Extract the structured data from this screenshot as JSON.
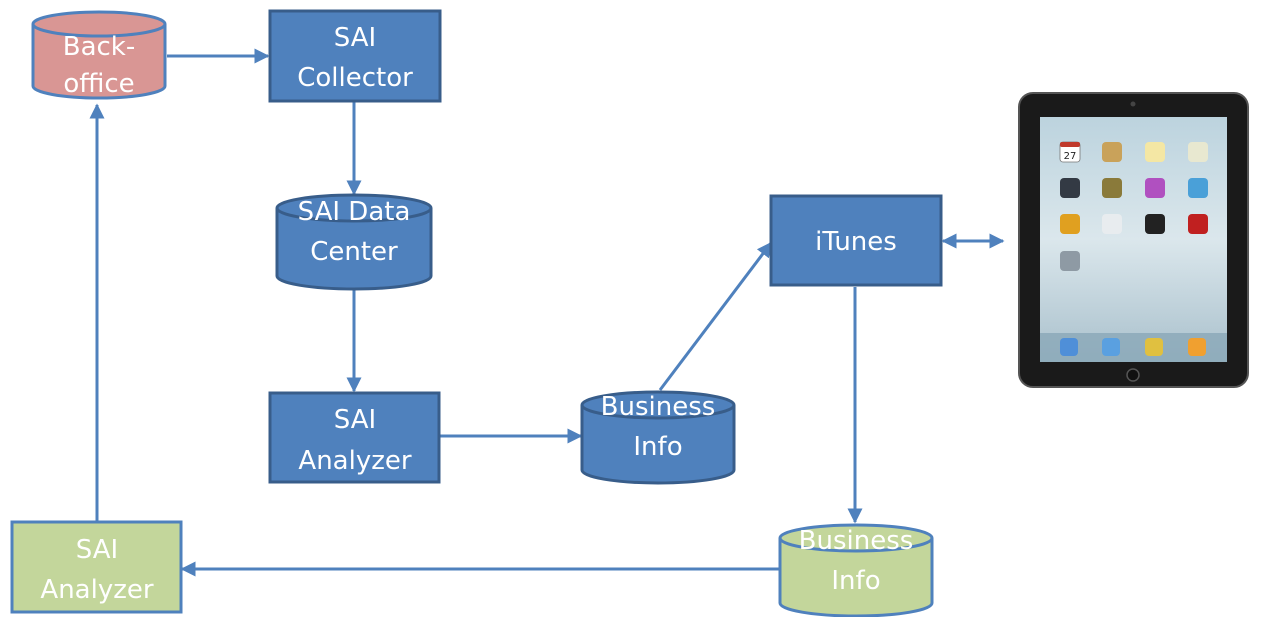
{
  "nodes": {
    "backoffice": {
      "line1": "Back-",
      "line2": "office",
      "color": "#d99694"
    },
    "sai_collector": {
      "line1": "SAI",
      "line2": "Collector",
      "color": "#4f81bd"
    },
    "sai_data_center": {
      "line1": "SAI Data",
      "line2": "Center",
      "color": "#4f81bd"
    },
    "sai_analyzer_top": {
      "line1": "SAI",
      "line2": "Analyzer",
      "color": "#4f81bd"
    },
    "business_info_blue": {
      "line1": "Business",
      "line2": "Info",
      "color": "#4f81bd"
    },
    "itunes": {
      "line1": "iTunes",
      "color": "#4f81bd"
    },
    "business_info_green": {
      "line1": "Business",
      "line2": "Info",
      "color": "#c3d69b"
    },
    "sai_analyzer_bottom": {
      "line1": "SAI",
      "line2": "Analyzer",
      "color": "#c3d69b"
    }
  },
  "device": {
    "icon": "tablet-icon",
    "calendar_date": "27"
  },
  "edges": [
    {
      "from": "backoffice",
      "to": "sai_collector"
    },
    {
      "from": "sai_collector",
      "to": "sai_data_center"
    },
    {
      "from": "sai_data_center",
      "to": "sai_analyzer_top"
    },
    {
      "from": "sai_analyzer_top",
      "to": "business_info_blue"
    },
    {
      "from": "business_info_blue",
      "to": "itunes"
    },
    {
      "from": "itunes",
      "to": "device",
      "bidirectional": true
    },
    {
      "from": "itunes",
      "to": "business_info_green"
    },
    {
      "from": "business_info_green",
      "to": "sai_analyzer_bottom"
    },
    {
      "from": "sai_analyzer_bottom",
      "to": "backoffice"
    }
  ]
}
